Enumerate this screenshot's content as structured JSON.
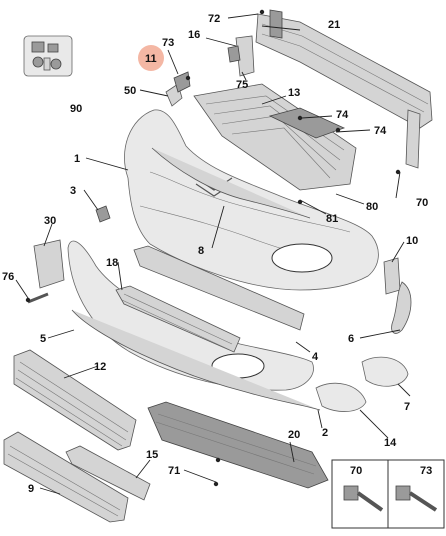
{
  "diagram": {
    "callouts": [
      {
        "id": "c72",
        "label": "72"
      },
      {
        "id": "c21",
        "label": "21"
      },
      {
        "id": "c16",
        "label": "16"
      },
      {
        "id": "c73a",
        "label": "73"
      },
      {
        "id": "c11",
        "label": "11"
      },
      {
        "id": "c75",
        "label": "75"
      },
      {
        "id": "c50",
        "label": "50"
      },
      {
        "id": "c13",
        "label": "13"
      },
      {
        "id": "c90",
        "label": "90"
      },
      {
        "id": "c74a",
        "label": "74"
      },
      {
        "id": "c74b",
        "label": "74"
      },
      {
        "id": "c1",
        "label": "1"
      },
      {
        "id": "c70a",
        "label": "70"
      },
      {
        "id": "c3",
        "label": "3"
      },
      {
        "id": "c81",
        "label": "81"
      },
      {
        "id": "c80",
        "label": "80"
      },
      {
        "id": "c30",
        "label": "30"
      },
      {
        "id": "c8",
        "label": "8"
      },
      {
        "id": "c10",
        "label": "10"
      },
      {
        "id": "c18",
        "label": "18"
      },
      {
        "id": "c76",
        "label": "76"
      },
      {
        "id": "c5",
        "label": "5"
      },
      {
        "id": "c6",
        "label": "6"
      },
      {
        "id": "c4",
        "label": "4"
      },
      {
        "id": "c12",
        "label": "12"
      },
      {
        "id": "c7",
        "label": "7"
      },
      {
        "id": "c2",
        "label": "2"
      },
      {
        "id": "c14",
        "label": "14"
      },
      {
        "id": "c20",
        "label": "20"
      },
      {
        "id": "c15",
        "label": "15"
      },
      {
        "id": "c71",
        "label": "71"
      },
      {
        "id": "c9",
        "label": "9"
      }
    ],
    "inset": {
      "left_label": "70",
      "right_label": "73"
    },
    "highlight_color": "#f4b7a4"
  }
}
